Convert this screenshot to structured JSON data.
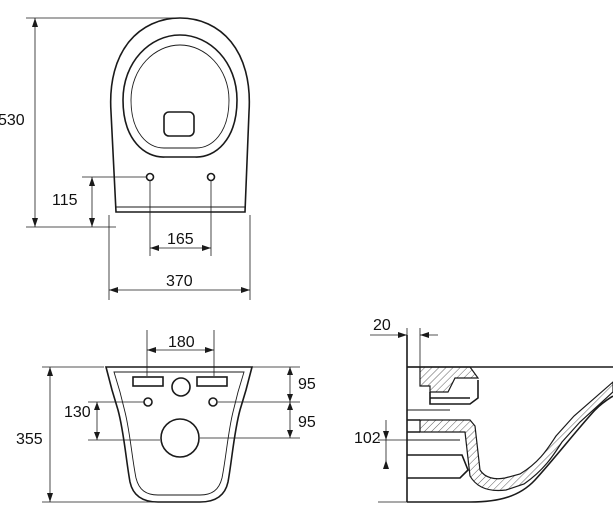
{
  "dimensions": {
    "top_length": "530",
    "top_outlet_height": "115",
    "top_hole_spacing": "165",
    "top_width": "370",
    "bottom_hole_spacing": "180",
    "bottom_depth": "355",
    "bottom_hole_offset": "130",
    "bottom_upper_gap": "95",
    "bottom_lower_gap": "95",
    "side_wall_offset": "20",
    "side_outlet_height": "102"
  }
}
